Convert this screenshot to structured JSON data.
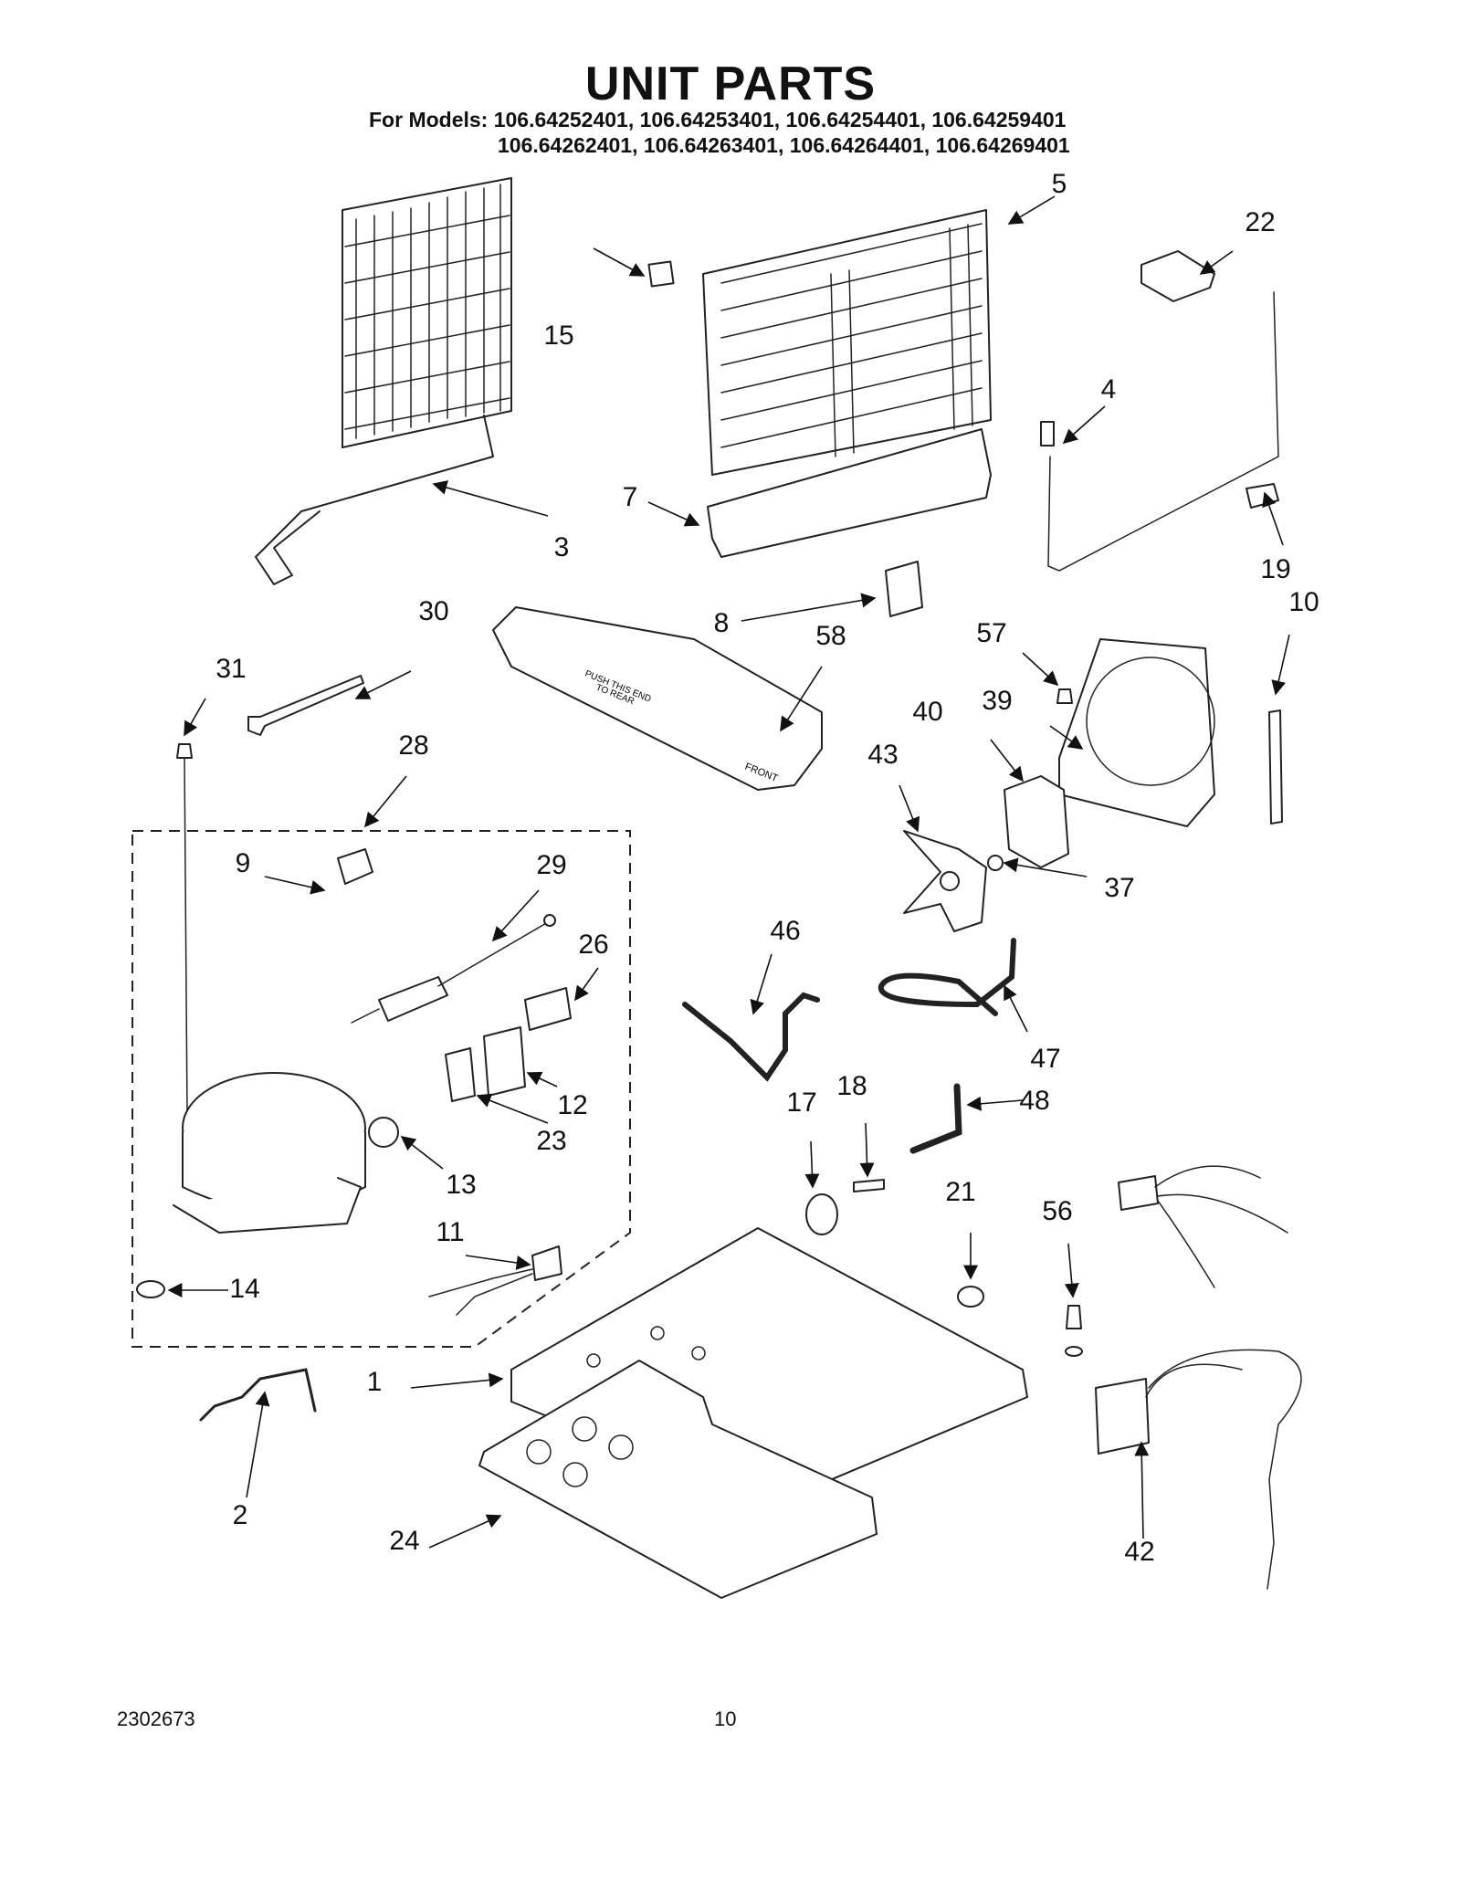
{
  "header": {
    "title": "UNIT PARTS",
    "models_line1": "For Models: 106.64252401, 106.64253401, 106.64254401, 106.64259401",
    "models_line2": "106.64262401, 106.64263401, 106.64264401, 106.64269401"
  },
  "callouts": [
    {
      "id": "1",
      "label": "1"
    },
    {
      "id": "2",
      "label": "2"
    },
    {
      "id": "3",
      "label": "3"
    },
    {
      "id": "4",
      "label": "4"
    },
    {
      "id": "5",
      "label": "5"
    },
    {
      "id": "7",
      "label": "7"
    },
    {
      "id": "8",
      "label": "8"
    },
    {
      "id": "9",
      "label": "9"
    },
    {
      "id": "10",
      "label": "10"
    },
    {
      "id": "11",
      "label": "11"
    },
    {
      "id": "12",
      "label": "12"
    },
    {
      "id": "13",
      "label": "13"
    },
    {
      "id": "14",
      "label": "14"
    },
    {
      "id": "15",
      "label": "15"
    },
    {
      "id": "17",
      "label": "17"
    },
    {
      "id": "18",
      "label": "18"
    },
    {
      "id": "19",
      "label": "19"
    },
    {
      "id": "21",
      "label": "21"
    },
    {
      "id": "22",
      "label": "22"
    },
    {
      "id": "23",
      "label": "23"
    },
    {
      "id": "24",
      "label": "24"
    },
    {
      "id": "26",
      "label": "26"
    },
    {
      "id": "28",
      "label": "28"
    },
    {
      "id": "29",
      "label": "29"
    },
    {
      "id": "30",
      "label": "30"
    },
    {
      "id": "31",
      "label": "31"
    },
    {
      "id": "37",
      "label": "37"
    },
    {
      "id": "39",
      "label": "39"
    },
    {
      "id": "40",
      "label": "40"
    },
    {
      "id": "42",
      "label": "42"
    },
    {
      "id": "43",
      "label": "43"
    },
    {
      "id": "46",
      "label": "46"
    },
    {
      "id": "47",
      "label": "47"
    },
    {
      "id": "48",
      "label": "48"
    },
    {
      "id": "56",
      "label": "56"
    },
    {
      "id": "57",
      "label": "57"
    },
    {
      "id": "58",
      "label": "58"
    }
  ],
  "drain_pan_text": [
    "FRONT",
    "PUSH THIS END",
    "TO REAR"
  ],
  "footer": {
    "doc_number": "2302673",
    "page_number": "10"
  }
}
